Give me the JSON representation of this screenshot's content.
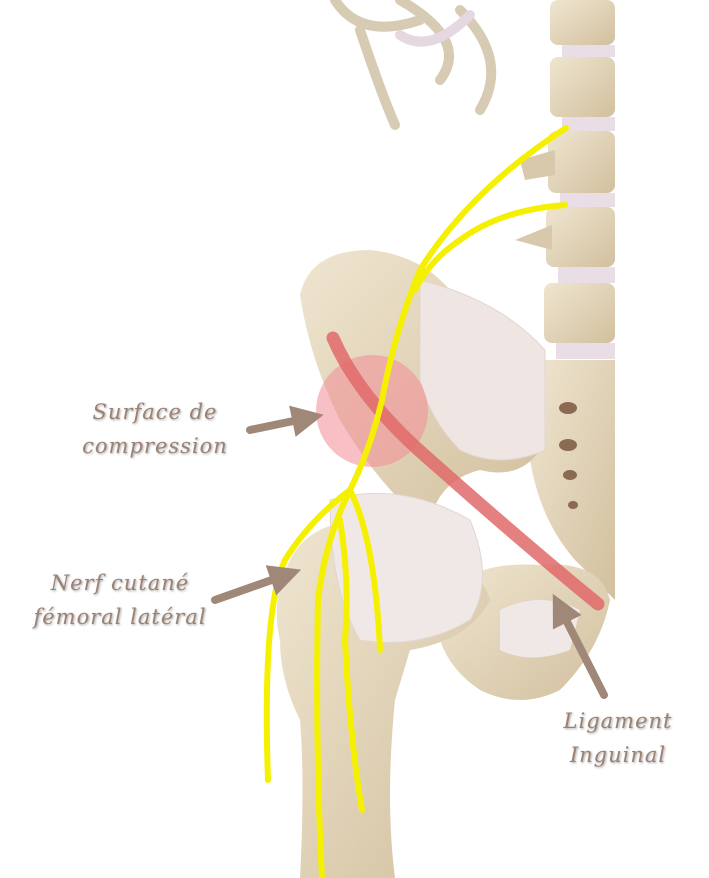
{
  "labels": {
    "compression": [
      "Surface de",
      "compression"
    ],
    "nerve": [
      "Nerf cutané",
      "fémoral latéral"
    ],
    "ligament": [
      "Ligament",
      "Inguinal"
    ]
  },
  "colors": {
    "bone": "#e8dcc4",
    "bone_shade": "#cdbb99",
    "nerve": "#f5f000",
    "ligament": "#e06a6a",
    "compression_zone": "#f28c96",
    "arrow": "#a08878",
    "label": "#9c8272",
    "disc": "#e9dde6",
    "muscle": "#efe6e4"
  }
}
